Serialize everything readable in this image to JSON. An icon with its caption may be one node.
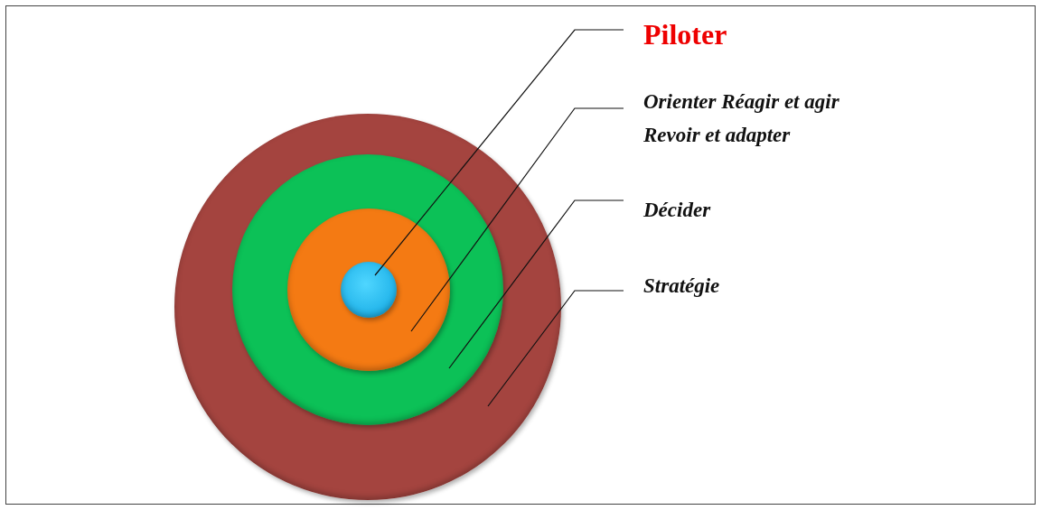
{
  "diagram": {
    "nodes": [
      {
        "text": [],
        "shape": "circle"
      },
      {
        "text": [],
        "shape": "circle",
        "in": 0
      },
      {
        "text": [],
        "shape": "circle",
        "in": 1
      },
      {
        "text": [],
        "shape": "circle",
        "in": 2
      },
      {
        "text": [
          "Piloter"
        ]
      },
      {
        "text": [
          "Orienter Réagir et agir",
          "Revoir et adapter"
        ]
      },
      {
        "text": [
          "Décider"
        ]
      },
      {
        "text": [
          "Stratégie"
        ]
      }
    ],
    "edges": [
      {
        "from": 4,
        "to": 3,
        "arrow": "none"
      },
      {
        "from": 5,
        "to": 2,
        "arrow": "none"
      },
      {
        "from": 6,
        "to": 1,
        "arrow": "none"
      },
      {
        "from": 7,
        "to": 0,
        "arrow": "none"
      }
    ]
  }
}
